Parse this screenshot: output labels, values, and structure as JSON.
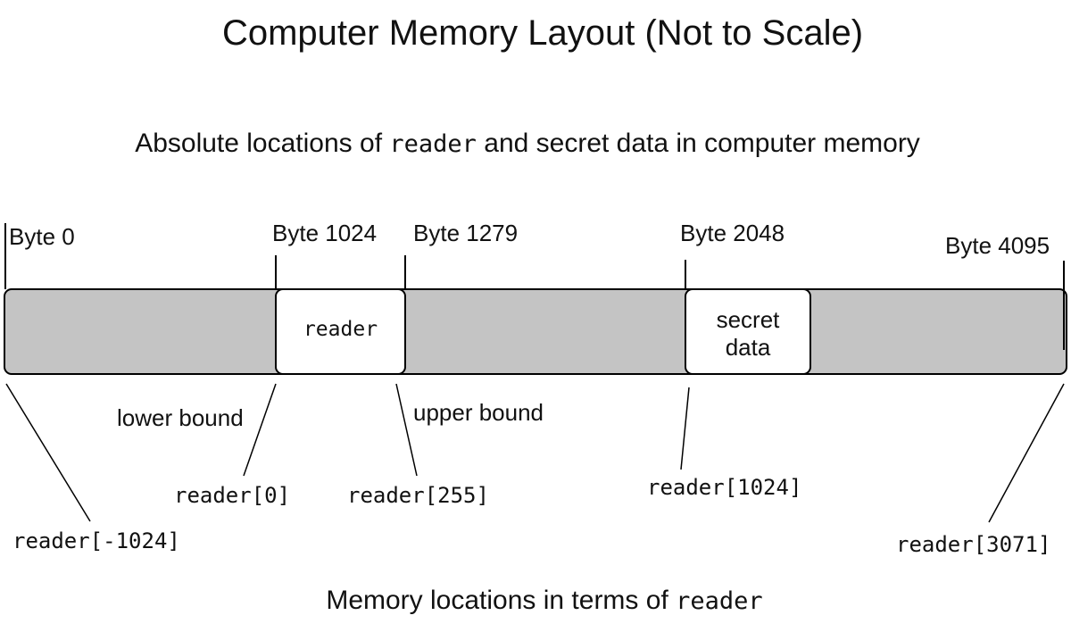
{
  "title": "Computer Memory Layout (Not to Scale)",
  "subtitle": {
    "prefix": "Absolute locations of ",
    "code": "reader",
    "suffix": " and secret data in computer memory"
  },
  "byte_markers": {
    "byte0": "Byte 0",
    "byte1024": "Byte 1024",
    "byte1279": "Byte 1279",
    "byte2048": "Byte 2048",
    "byte4095": "Byte 4095"
  },
  "regions": {
    "reader": "reader",
    "secret_line1": "secret",
    "secret_line2": "data"
  },
  "bounds": {
    "lower": "lower bound",
    "upper": "upper bound"
  },
  "indices": {
    "neg1024": "reader[-1024]",
    "zero": "reader[0]",
    "i255": "reader[255]",
    "i1024": "reader[1024]",
    "i3071": "reader[3071]"
  },
  "footer": {
    "prefix": "Memory locations in terms of ",
    "code": "reader"
  },
  "colors": {
    "memory_fill": "#c4c4c4",
    "region_fill": "#ffffff",
    "stroke": "#000000"
  }
}
